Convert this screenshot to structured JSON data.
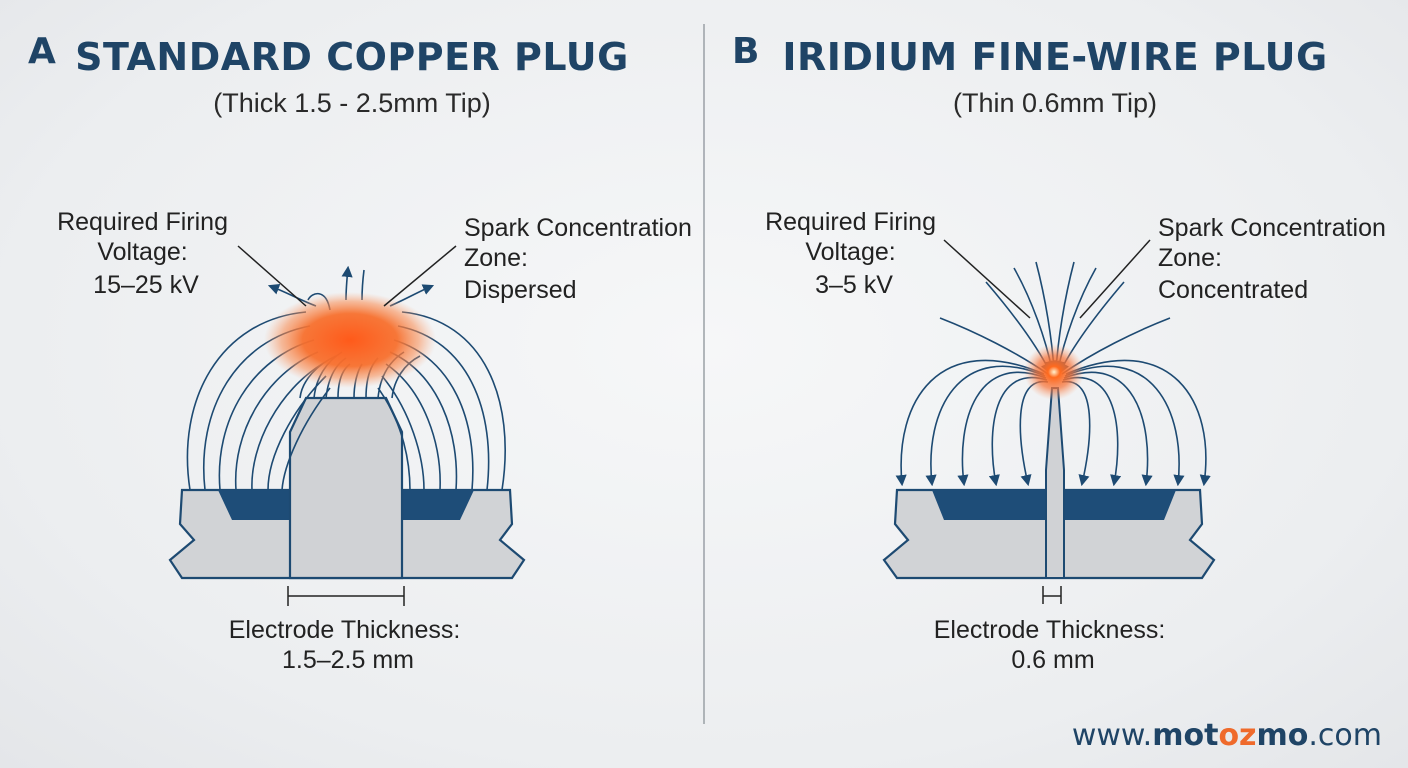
{
  "panels": [
    {
      "letter": "A",
      "title": "STANDARD COPPER PLUG",
      "subtitle": "(Thick 1.5 - 2.5mm Tip)",
      "voltage": {
        "line1": "Required Firing",
        "line2": "Voltage:",
        "line3": "15–25 kV"
      },
      "zone": {
        "line1": "Spark Concentration",
        "line2": "Zone:",
        "line3": "Dispersed"
      },
      "thickness": {
        "line1": "Electrode Thickness:",
        "line2": "1.5–2.5 mm"
      }
    },
    {
      "letter": "B",
      "title": "IRIDIUM FINE-WIRE PLUG",
      "subtitle": "(Thin 0.6mm Tip)",
      "voltage": {
        "line1": "Required Firing",
        "line2": "Voltage:",
        "line3": "3–5 kV"
      },
      "zone": {
        "line1": "Spark Concentration",
        "line2": "Zone:",
        "line3": "Concentrated"
      },
      "thickness": {
        "line1": "Electrode Thickness:",
        "line2": "0.6 mm"
      }
    }
  ],
  "footer": {
    "prefix": "www.",
    "part1": "mot",
    "accent": "oz",
    "part2": "mo",
    "suffix": ".com"
  },
  "colors": {
    "navy": "#1f4466",
    "field_line": "#1d4a72",
    "insulator_blue": "#1e4d78",
    "electrode_gray": "#d0d2d5",
    "spark_orange": "#ef6a2b"
  }
}
